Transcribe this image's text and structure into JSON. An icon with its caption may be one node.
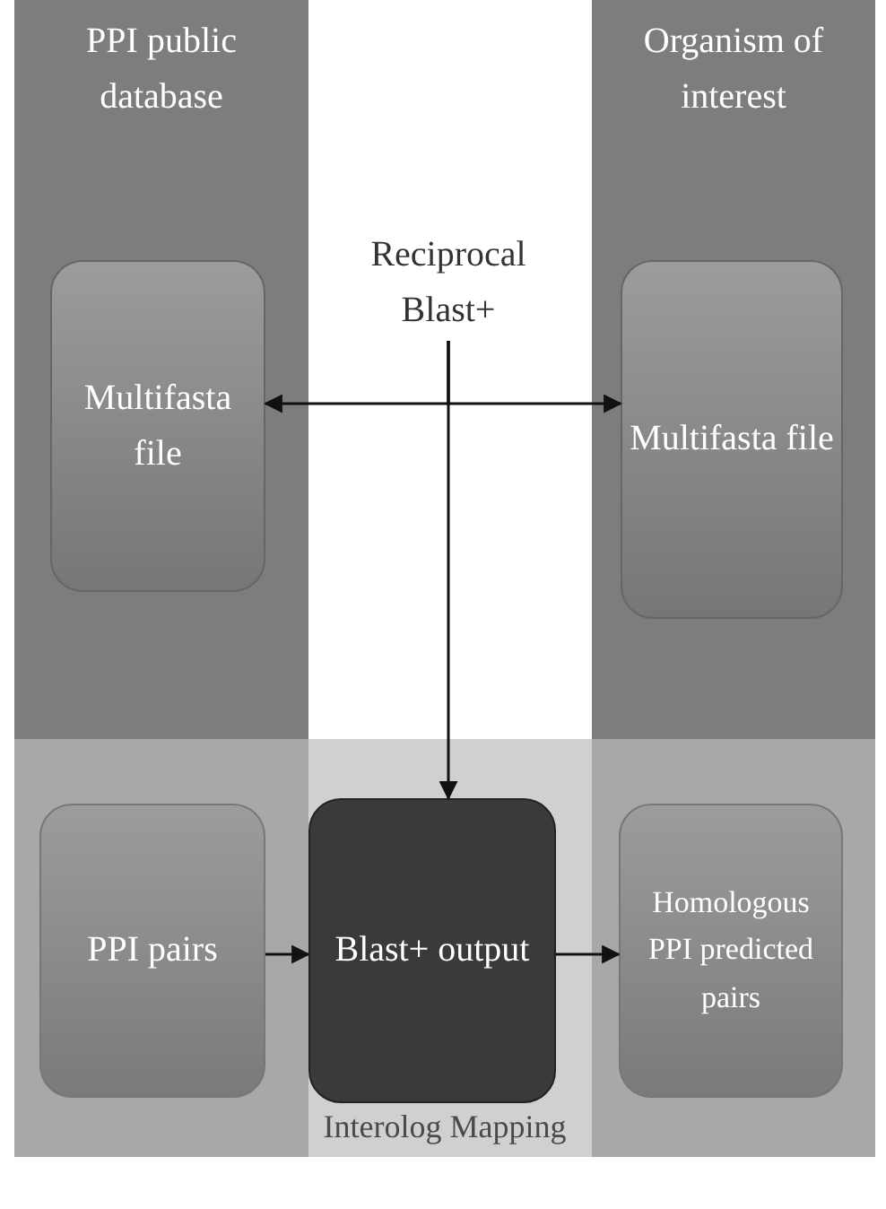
{
  "diagram": {
    "nodes": [
      {
        "text": [
          "PPI public database"
        ]
      },
      {
        "text": [
          "Multifasta file"
        ],
        "in": 0
      },
      {
        "text": [
          "Organism of interest"
        ]
      },
      {
        "text": [
          "Multifasta file"
        ],
        "in": 2
      },
      {
        "text": [
          "Reciprocal Blast+"
        ]
      },
      {
        "text": [
          "Interolog Mapping"
        ]
      },
      {
        "text": [
          "PPI pairs"
        ],
        "in": 5
      },
      {
        "text": [
          "Blast+ output"
        ],
        "in": 5
      },
      {
        "text": [
          "Homologous PPI predicted pairs"
        ],
        "in": 5
      }
    ],
    "edges": [
      {
        "from": 4,
        "to": 1,
        "arrow": "to"
      },
      {
        "from": 4,
        "to": 3,
        "arrow": "to"
      },
      {
        "from": 4,
        "to": 7,
        "arrow": "to"
      },
      {
        "from": 6,
        "to": 7,
        "arrow": "to"
      },
      {
        "from": 7,
        "to": 8,
        "arrow": "to"
      }
    ]
  }
}
